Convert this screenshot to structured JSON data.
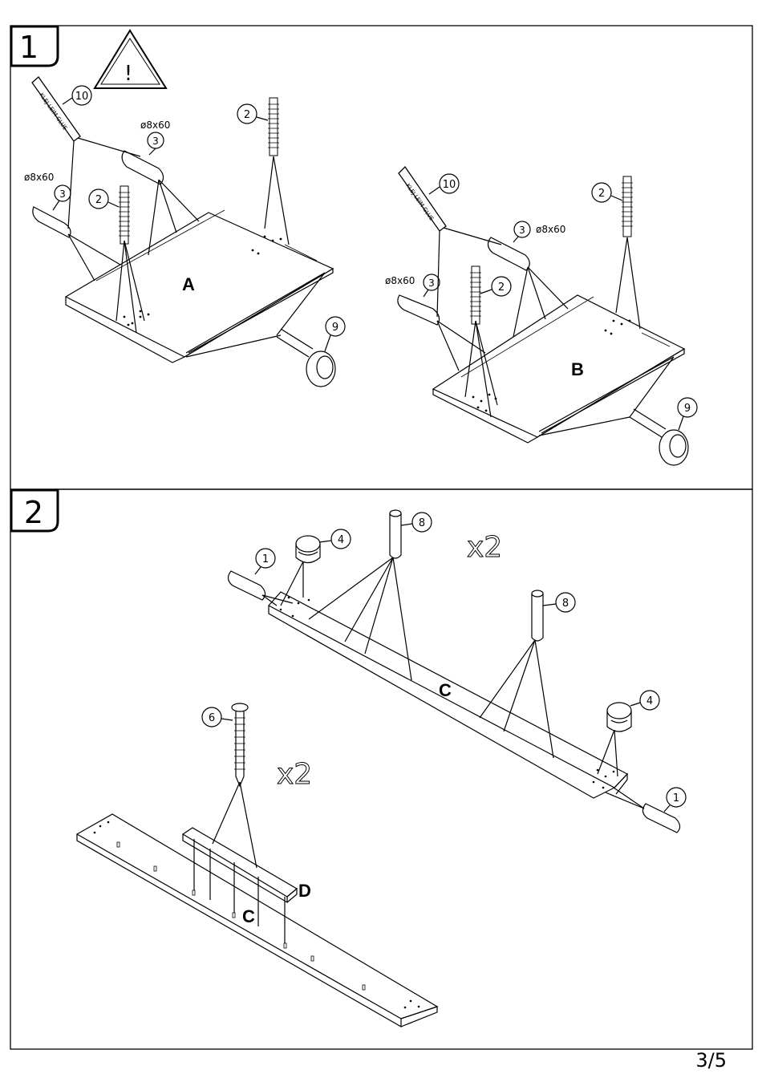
{
  "steps": [
    {
      "number": "1",
      "warning_symbol": "!",
      "glue_label": "KLEJ LEIM GLUE",
      "parts": [
        "10",
        "3",
        "3",
        "2",
        "2",
        "9",
        "10",
        "3",
        "3",
        "2",
        "2",
        "9"
      ],
      "dim_labels": [
        "ø8x60",
        "ø8x60",
        "ø8x60",
        "ø8x60"
      ],
      "panels": [
        "A",
        "B"
      ]
    },
    {
      "number": "2",
      "parts": [
        "1",
        "4",
        "8",
        "8",
        "4",
        "1",
        "6"
      ],
      "multipliers": [
        "x2",
        "x2"
      ],
      "panels": [
        "C",
        "C",
        "D"
      ]
    }
  ],
  "page": "3/5"
}
